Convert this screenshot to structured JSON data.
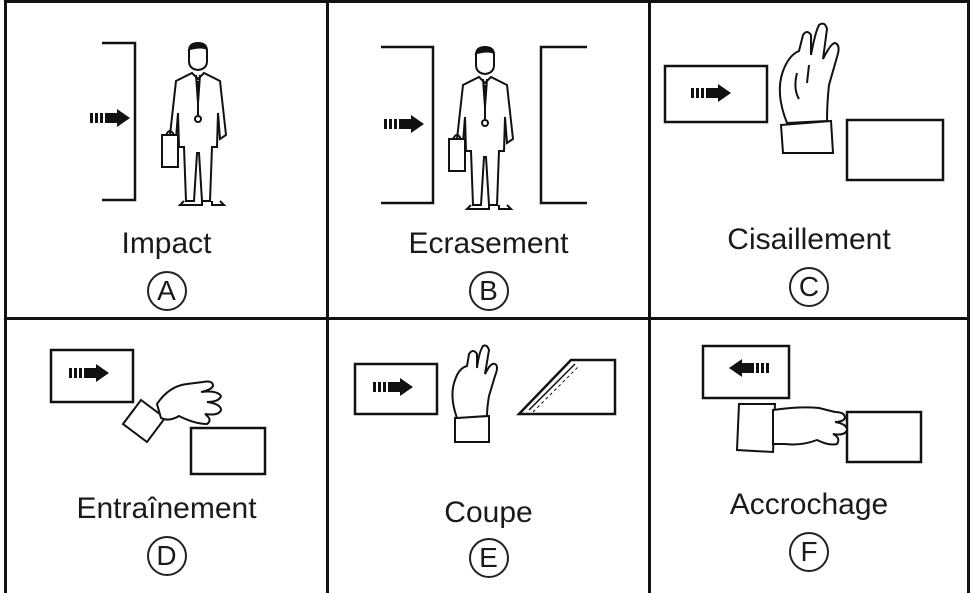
{
  "cells": [
    {
      "label": "Impact",
      "letter": "A",
      "icons": [
        "arrow-right-icon",
        "person-icon"
      ]
    },
    {
      "label": "Ecrasement",
      "letter": "B",
      "icons": [
        "arrow-right-icon",
        "person-icon"
      ]
    },
    {
      "label": "Cisaillement",
      "letter": "C",
      "icons": [
        "arrow-right-icon",
        "hand-icon"
      ]
    },
    {
      "label": "Entraînement",
      "letter": "D",
      "icons": [
        "arrow-right-icon",
        "hand-icon"
      ]
    },
    {
      "label": "Coupe",
      "letter": "E",
      "icons": [
        "arrow-right-icon",
        "hand-icon",
        "blade-icon"
      ]
    },
    {
      "label": "Accrochage",
      "letter": "F",
      "icons": [
        "arrow-left-icon",
        "hand-icon"
      ]
    }
  ],
  "colors": {
    "line": "#111111",
    "text": "#1a1a1a",
    "background": "#ffffff"
  }
}
